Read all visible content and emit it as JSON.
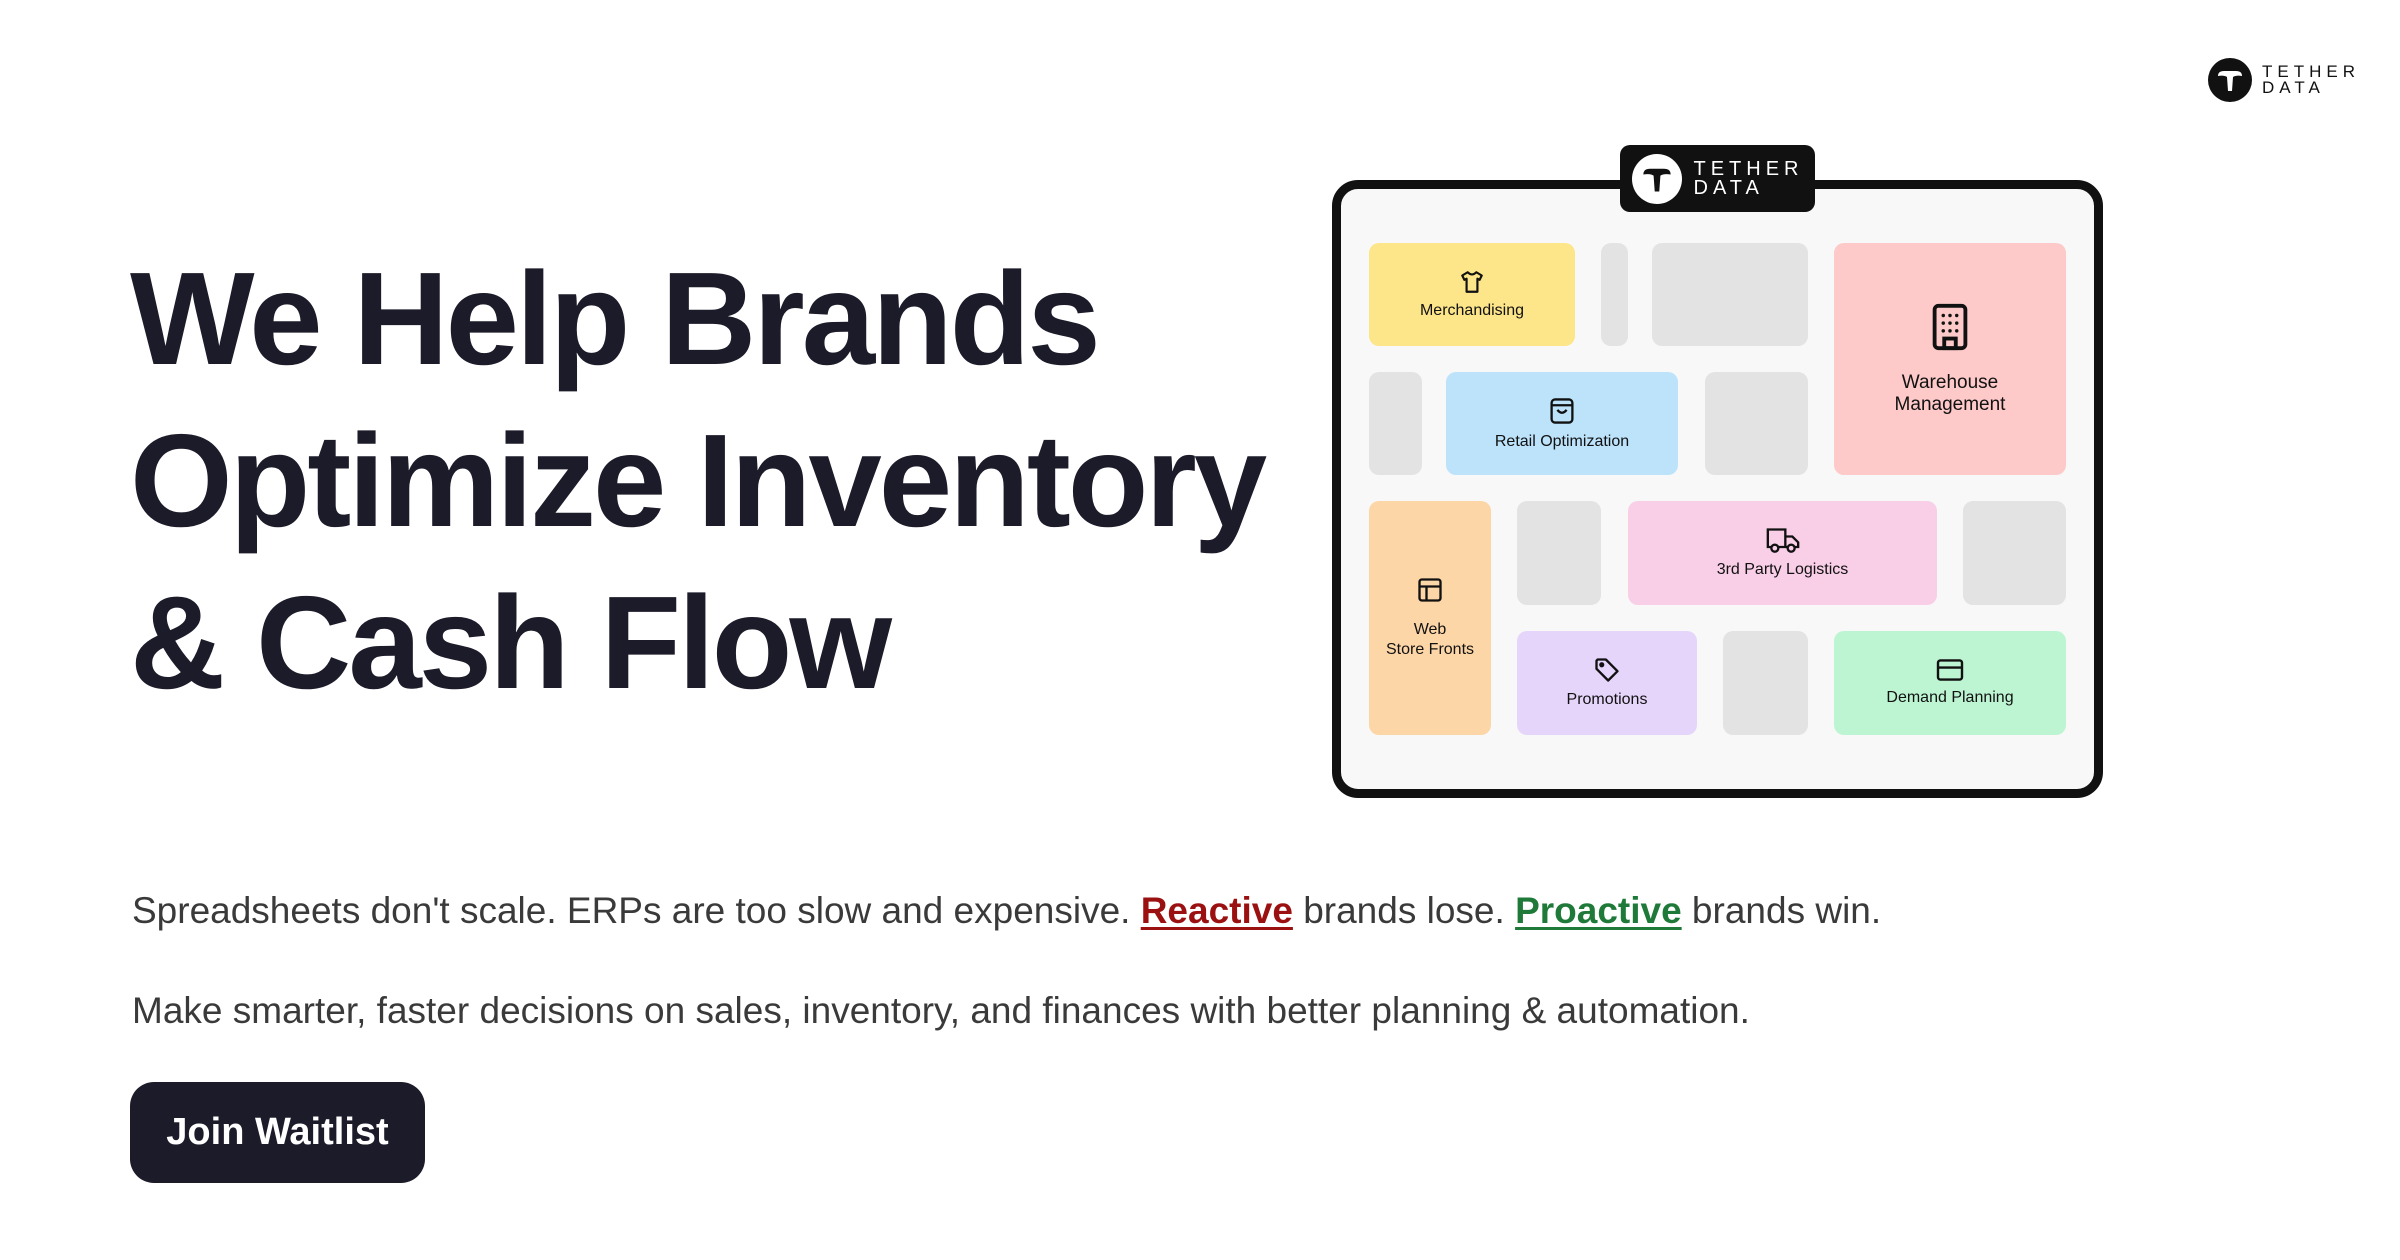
{
  "brand": {
    "line1": "TETHER",
    "line2": "DATA"
  },
  "headline": {
    "line1": "We Help Brands",
    "line2": "Optimize Inventory",
    "line3": "& Cash Flow"
  },
  "intro": {
    "part1": "Spreadsheets don't scale. ERPs are too slow and expensive. ",
    "reactive": "Reactive",
    "part2": " brands lose. ",
    "proactive": "Proactive",
    "part3": " brands win."
  },
  "subtext": "Make smarter, faster decisions on sales, inventory, and finances with better planning & automation.",
  "cta": {
    "label": "Join Waitlist"
  },
  "diagram": {
    "tiles": {
      "merchandising": {
        "label": "Merchandising",
        "icon": "shirt-icon",
        "color": "#fde58a"
      },
      "warehouse": {
        "line1": "Warehouse",
        "line2": "Management",
        "icon": "building-icon",
        "color": "#fdc9c9"
      },
      "retail": {
        "label": "Retail Optimization",
        "icon": "shopping-bag-icon",
        "color": "#bde3fb"
      },
      "logistics": {
        "label": "3rd Party Logistics",
        "icon": "truck-icon",
        "color": "#f9cfe8"
      },
      "webstore": {
        "line1": "Web",
        "line2": "Store Fronts",
        "icon": "layout-icon",
        "color": "#fdd6a8"
      },
      "promotions": {
        "label": "Promotions",
        "icon": "tag-icon",
        "color": "#e6d5fb"
      },
      "demand": {
        "label": "Demand Planning",
        "icon": "card-icon",
        "color": "#bdf5d3"
      }
    }
  }
}
